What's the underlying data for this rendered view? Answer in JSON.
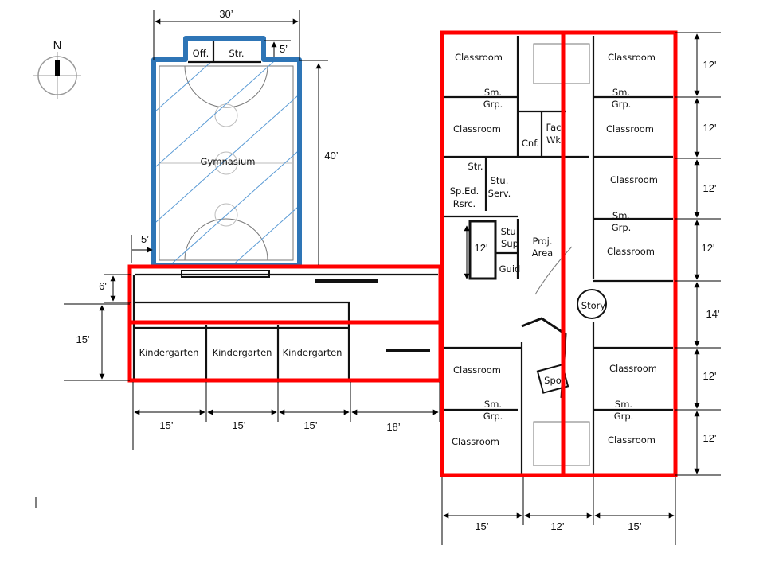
{
  "colors": {
    "gym_outline": "#2e75b6",
    "zone_outline": "#ff0000",
    "hatch": "#5b9bd5"
  },
  "compass": {
    "label": "N",
    "icon": "north-arrow-icon"
  },
  "gym": {
    "name": "Gymnasium",
    "office": "Off.",
    "storage": "Str."
  },
  "kindergarten": [
    "Kindergarten",
    "Kindergarten",
    "Kindergarten"
  ],
  "rooms": {
    "classrooms": [
      "Classroom",
      "Classroom",
      "Classroom",
      "Classroom",
      "Classroom",
      "Classroom",
      "Classroom",
      "Classroom",
      "Classroom",
      "Classroom"
    ],
    "small_group": {
      "line1": "Sm.",
      "line2": "Grp."
    },
    "conference": "Cnf.",
    "faculty_work": {
      "line1": "Fac",
      "line2": "Wk"
    },
    "storage": "Str.",
    "student_services": {
      "line1": "Stu.",
      "line2": "Serv."
    },
    "sped_resource": {
      "line1": "Sp.Ed.",
      "line2": "Rsrc."
    },
    "student_support": {
      "line1": "Stu.",
      "line2": "Sup"
    },
    "project_area": {
      "line1": "Proj.",
      "line2": "Area"
    },
    "guidance": "Guid",
    "story": "Story",
    "spo": "Spo"
  },
  "dimensions": {
    "gym_width": "30’",
    "gym_bump": "5’",
    "gym_length": "40’",
    "gym_offset": "5’",
    "corridor_height": "6'",
    "kinder_depth": "15'",
    "bottom": [
      "15’",
      "15’",
      "15’",
      "18’"
    ],
    "right": [
      "12'",
      "12'",
      "12'",
      "12'",
      "14'",
      "12'",
      "12'"
    ],
    "wing_bottom": [
      "15’",
      "12’",
      "15’"
    ],
    "inner": "12'"
  }
}
